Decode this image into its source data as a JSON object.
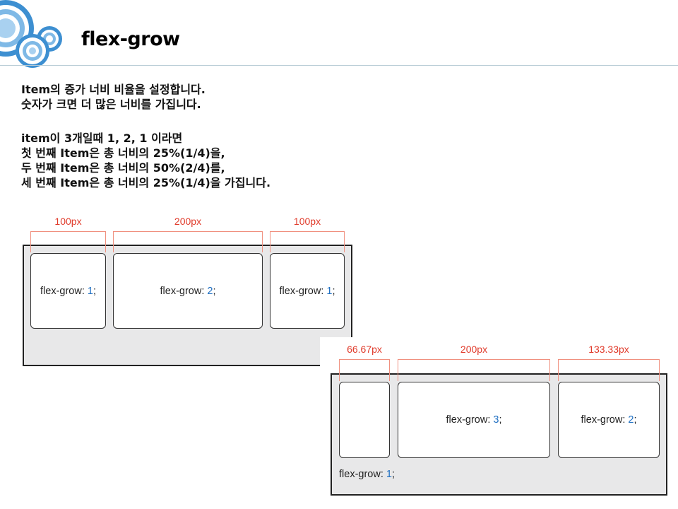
{
  "title": "flex-grow",
  "body_lines": [
    "Item의 증가 너비 비율을 설정합니다.",
    "숫자가 크면 더 많은 너비를 가집니다.",
    "item이 3개일때 1, 2, 1 이라면",
    "첫 번째 Item은 총 너비의 25%(1/4)을,",
    "두 번째 Item은 총 너비의 50%(2/4)를,",
    "세 번째 Item은 총 너비의 25%(1/4)을 가집니다."
  ],
  "diagram1": {
    "widths": [
      "100px",
      "200px",
      "100px"
    ],
    "items": [
      {
        "prefix": "flex-grow: ",
        "value": "1",
        "suffix": ";"
      },
      {
        "prefix": "flex-grow: ",
        "value": "2",
        "suffix": ";"
      },
      {
        "prefix": "flex-grow: ",
        "value": "1",
        "suffix": ";"
      }
    ]
  },
  "diagram2": {
    "widths": [
      "66.67px",
      "200px",
      "133.33px"
    ],
    "items": [
      {
        "prefix": "flex-grow: ",
        "value": "1",
        "suffix": ";"
      },
      {
        "prefix": "flex-grow: ",
        "value": "3",
        "suffix": ";"
      },
      {
        "prefix": "flex-grow: ",
        "value": "2",
        "suffix": ";"
      }
    ]
  },
  "colors": {
    "dimension": "#e03a2a",
    "value": "#1f6fc2",
    "container": "#e8e8e9",
    "logo": "#3d8fd1"
  }
}
